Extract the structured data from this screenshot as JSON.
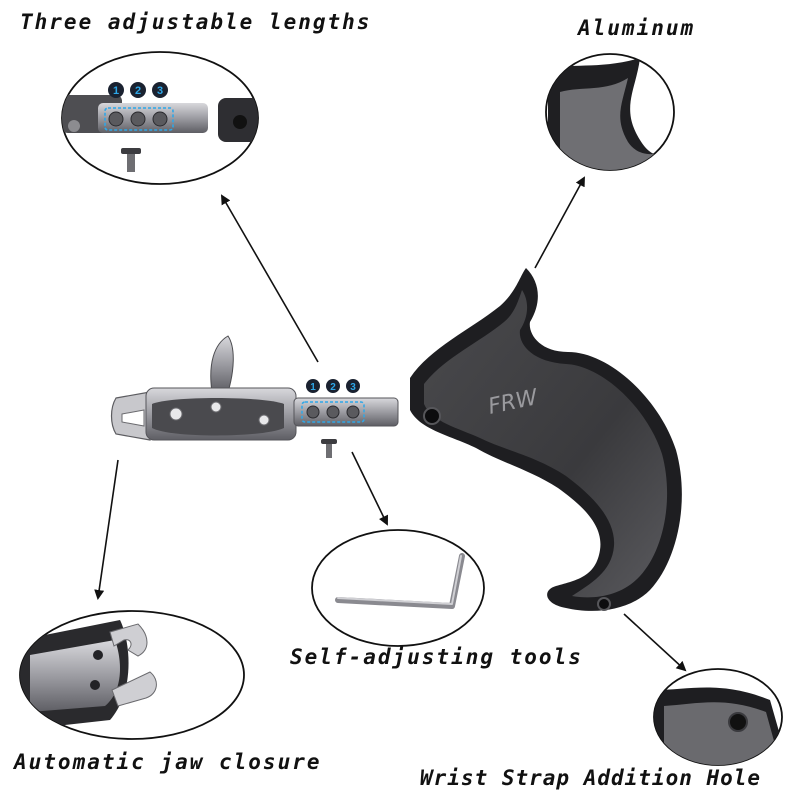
{
  "callouts": {
    "lengths": "Three adjustable lengths",
    "aluminum": "Aluminum",
    "tools": "Self-adjusting tools",
    "jaw": "Automatic jaw closure",
    "wrist": "Wrist Strap Addition Hole"
  },
  "length_positions": [
    "1",
    "2",
    "3"
  ],
  "handle_mark": "FRW",
  "colors": {
    "handle": "#3d3d3f",
    "handle_edge": "#1c1c1e",
    "steel": "#a9a9ad",
    "steel_dark": "#707075",
    "marker_blue": "#2ea7e8",
    "badge": "#1a2230"
  }
}
